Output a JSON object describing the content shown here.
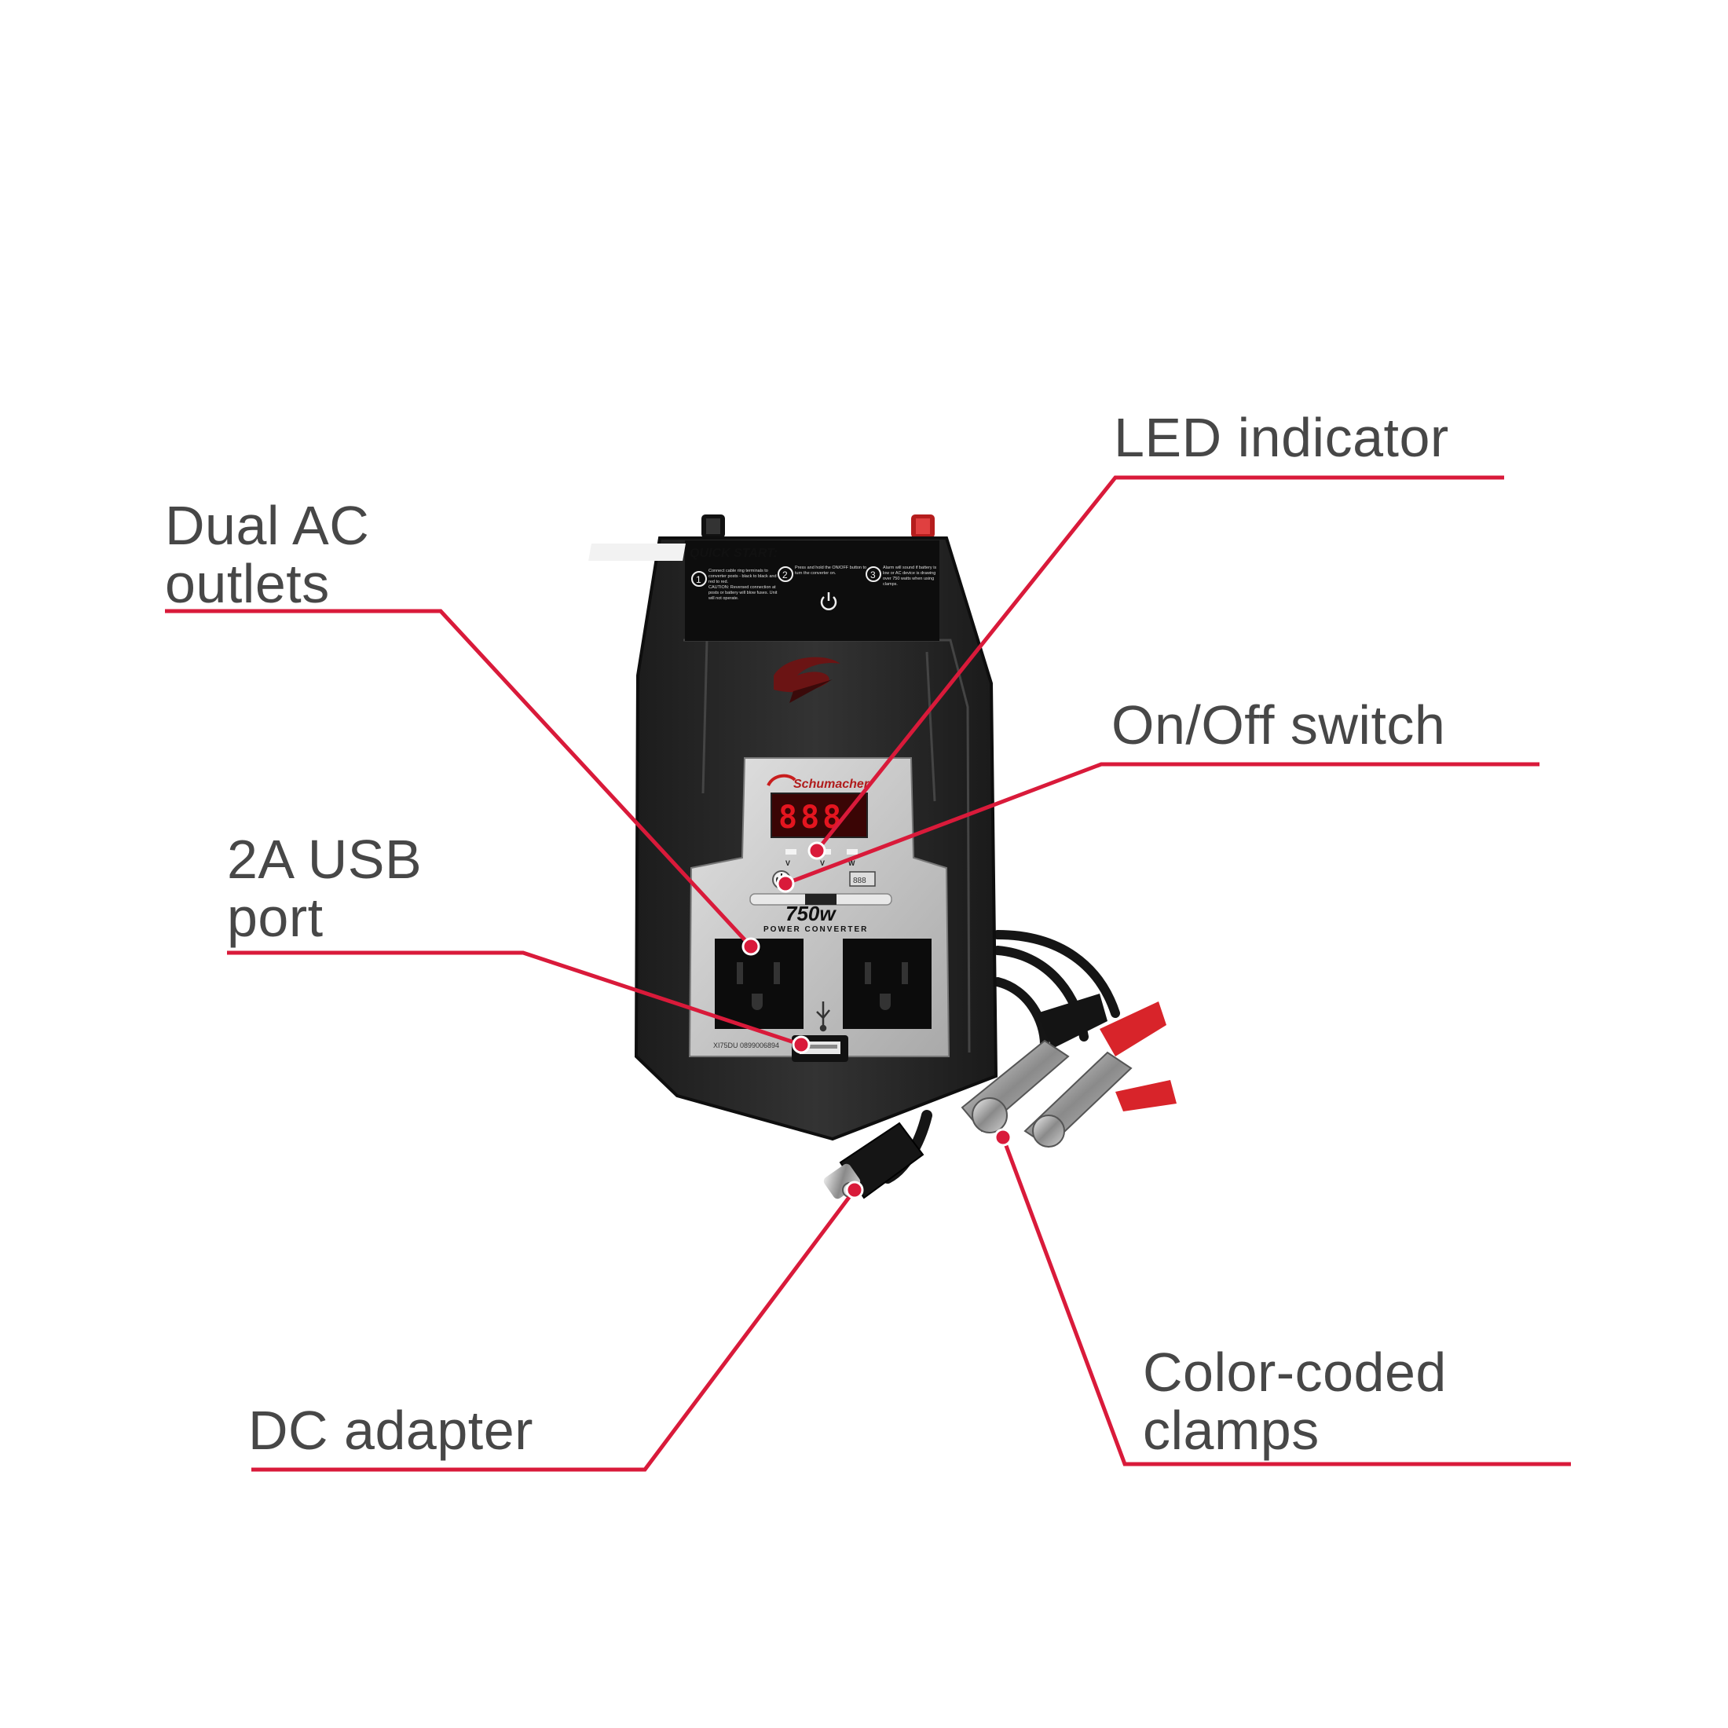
{
  "colors": {
    "leader": "#d91a3a",
    "text": "#474747",
    "body_dark": "#2a2a2a",
    "panel_silver": "#c9c9c9",
    "led_red": "#e4151f",
    "clamp_red": "#d8242a"
  },
  "callouts": {
    "led_indicator": "LED indicator",
    "dual_ac_line1": "Dual AC",
    "dual_ac_line2": "outlets",
    "on_off": "On/Off switch",
    "usb_line1": "2A USB",
    "usb_line2": "port",
    "dc_adapter": "DC adapter",
    "clamps_line1": "Color-coded",
    "clamps_line2": "clamps"
  },
  "device": {
    "quick_start": "QUICK START:",
    "step1": "Connect cable ring terminals to converter posts - black to black and red to red.",
    "caution": "CAUTION: Reversed connection at posts or battery will blow fuses. Unit will not operate.",
    "step2": "Press and hold the ON/OFF button to turn the converter on.",
    "step3": "Alarm will sound if battery is low or AC device is drawing over 750 watts when using clamps.",
    "brand": "Schumacher",
    "display": "888",
    "wattage": "750w",
    "product": "POWER CONVERTER",
    "model_code": "XI75DU  0899006894",
    "mode_v1": "V",
    "mode_v2": "V",
    "mode_w": "W",
    "readout_icon": "888"
  },
  "icons": [
    "power-icon",
    "usb-icon",
    "schumacher-logo-icon"
  ]
}
